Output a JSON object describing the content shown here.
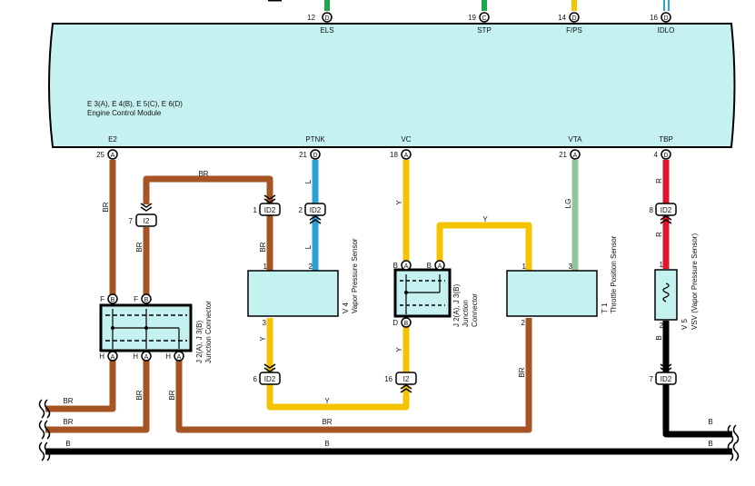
{
  "ecm": {
    "connectors": "E 3(A), E 4(B), E 5(C), E 6(D)",
    "name": "Engine Control Module",
    "top_pins": [
      {
        "num": "12",
        "conn": "D",
        "signal": "ELS",
        "color": "#1aa84a"
      },
      {
        "num": "19",
        "conn": "C",
        "signal": "STP",
        "color": "#1aa84a"
      },
      {
        "num": "14",
        "conn": "D",
        "signal": "F/PS",
        "color": "#f5c400"
      },
      {
        "num": "16",
        "conn": "D",
        "signal": "IDLO",
        "color": "#2aa0d8"
      }
    ],
    "bottom_pins": [
      {
        "num": "25",
        "conn": "A",
        "signal": "E2"
      },
      {
        "num": "21",
        "conn": "D",
        "signal": "PTNK"
      },
      {
        "num": "18",
        "conn": "A",
        "signal": "VC"
      },
      {
        "num": "21",
        "conn": "A",
        "signal": "VTA"
      },
      {
        "num": "4",
        "conn": "D",
        "signal": "TBP"
      }
    ]
  },
  "wire_labels": {
    "br_top": "BR",
    "br_e2": "BR",
    "br_i2": "BR",
    "br_vps1": "BR",
    "l_ptnk": "L",
    "l_vps": "L",
    "y_vc": "Y",
    "y_cross": "Y",
    "y_vps3": "Y",
    "y_jc_lower": "Y",
    "y_bottom": "Y",
    "lg_vta": "LG",
    "r_tbp": "R",
    "r_vsv": "R",
    "b_vsv": "B",
    "br_jc_h1": "BR",
    "br_jc_h2": "BR",
    "br_tps2": "BR",
    "bus1": "BR",
    "bus2": "BR",
    "bus2_mid": "BR",
    "bus3": "B",
    "bus3_mid": "B",
    "bus3_right": "B",
    "b_vsv_right": "B"
  },
  "connectors": {
    "id2_a": {
      "pin": "1",
      "code": "ID2"
    },
    "id2_b": {
      "pin": "2",
      "code": "ID2"
    },
    "id2_c": {
      "pin": "8",
      "code": "ID2"
    },
    "id2_d": {
      "pin": "6",
      "code": "ID2"
    },
    "id2_e": {
      "pin": "7",
      "code": "ID2"
    },
    "i2_a": {
      "pin": "7",
      "code": "I2"
    },
    "i2_b": {
      "pin": "16",
      "code": "I2"
    }
  },
  "components": {
    "vps": {
      "ref": "V 4",
      "name": "Vapor Pressure Sensor",
      "pins": [
        "1",
        "2",
        "3"
      ]
    },
    "tps": {
      "ref": "T 1",
      "name": "Throttle Position Sensor",
      "pins": [
        "1",
        "3",
        "2"
      ]
    },
    "vsv": {
      "ref": "V 5",
      "name": "VSV (Vapor Pressure Sensor)",
      "pins": [
        "1",
        "2"
      ]
    },
    "jc_left": {
      "ref": "J 2(A), J 3(B)",
      "name": "Junction Connector",
      "pins": [
        "F",
        "F",
        "H",
        "H",
        "H"
      ],
      "conns": [
        "B",
        "B",
        "A",
        "A",
        "A"
      ]
    },
    "jc_mid": {
      "ref": "J 2(A), J 3(B)",
      "name": "Junction",
      "name2": "Connector",
      "pins": [
        "B",
        "B",
        "D"
      ],
      "conns": [
        "A",
        "A",
        "B"
      ]
    }
  }
}
